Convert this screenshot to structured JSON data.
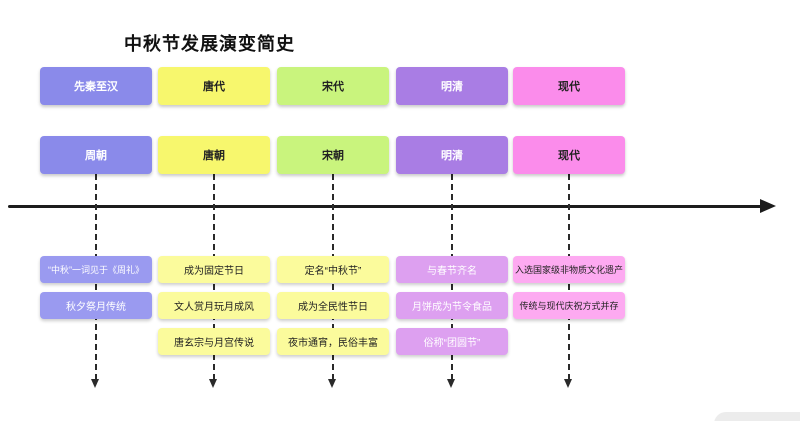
{
  "title": "中秋节发展演变简史",
  "timeline": {
    "axis_direction": "right",
    "axis_color": "#1c1c1c"
  },
  "columns": [
    {
      "era_label": "先秦至汉",
      "dynasty_label": "周朝",
      "colors": {
        "era_bg": "#8a8aea",
        "detail_bg": "#9a9af0",
        "era_text": "#ffffff",
        "detail_text": "#ffffff"
      },
      "details": [
        "“中秋”一词见于《周礼》",
        "秋夕祭月传统"
      ]
    },
    {
      "era_label": "唐代",
      "dynasty_label": "唐朝",
      "colors": {
        "era_bg": "#f7f76d",
        "detail_bg": "#fbfb9c",
        "era_text": "#222222",
        "detail_text": "#222222"
      },
      "details": [
        "成为固定节日",
        "文人赏月玩月成风",
        "唐玄宗与月宫传说"
      ]
    },
    {
      "era_label": "宋代",
      "dynasty_label": "宋朝",
      "colors": {
        "era_bg": "#c9f47d",
        "detail_bg": "#fbfb9c",
        "era_text": "#222222",
        "detail_text": "#222222"
      },
      "details": [
        "定名“中秋节”",
        "成为全民性节日",
        "夜市通宵，民俗丰富"
      ]
    },
    {
      "era_label": "明清",
      "dynasty_label": "明清",
      "colors": {
        "era_bg": "#a97de4",
        "detail_bg": "#dda0f0",
        "era_text": "#ffffff",
        "detail_text": "#ffffff"
      },
      "details": [
        "与春节齐名",
        "月饼成为节令食品",
        "俗称“团圆节”"
      ]
    },
    {
      "era_label": "现代",
      "dynasty_label": "现代",
      "colors": {
        "era_bg": "#fb8ceb",
        "detail_bg": "#fdaaf1",
        "era_text": "#222222",
        "detail_text": "#222222"
      },
      "details": [
        "入选国家级非物质文化遗产",
        "传统与现代庆祝方式并存"
      ]
    }
  ]
}
